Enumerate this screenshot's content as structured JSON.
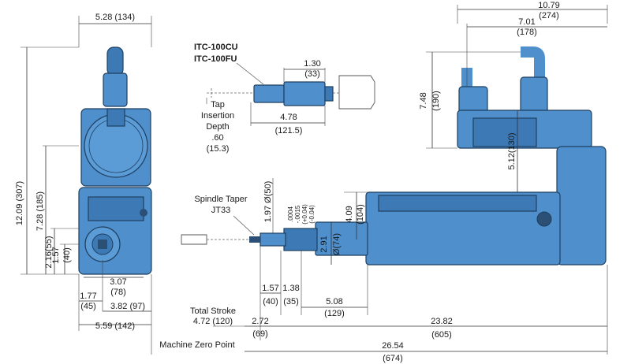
{
  "dimensions": {
    "front_width": "5.28 (134)",
    "front_height": "12.09 (307)",
    "front_lower": "7.28 (185)",
    "front_216": "2.16(55)",
    "front_157": "1.57",
    "front_157_mm": "(40)",
    "front_307": "3.07",
    "front_307_mm": "(78)",
    "front_177": "1.77",
    "front_177_mm": "(45)",
    "front_382": "3.82 (97)",
    "front_559": "5.59 (142)",
    "side_1079": "10.79",
    "side_1079_mm": "(274)",
    "side_701": "7.01",
    "side_701_mm": "(178)",
    "side_748": "7.48",
    "side_748_mm": "(190)",
    "side_512": "5.12(130)",
    "side_197": "1.97 Ø(50)",
    "side_tol1": ".0004",
    "side_tol2": "-.0015",
    "side_tol3": "(+0.04)",
    "side_tol4": "(-0.04)",
    "side_291": "2.91",
    "side_291_mm": "Ø(74)",
    "side_409": "4.09",
    "side_409_mm": "(104)",
    "side_157": "1.57",
    "side_157_mm": "(40)",
    "side_138": "1.38",
    "side_138_mm": "(35)",
    "side_508": "5.08",
    "side_508_mm": "(129)",
    "side_272": "2.72",
    "side_272_mm": "(69)",
    "side_2382": "23.82",
    "side_2382_mm": "(605)",
    "side_2654": "26.54",
    "side_2654_mm": "(674)",
    "tool_130": "1.30",
    "tool_130_mm": "(33)",
    "tool_478": "4.78",
    "tool_478_mm": "(121.5)"
  },
  "labels": {
    "itc_cu": "ITC-100CU",
    "itc_fu": "ITC-100FU",
    "tap1": "Tap",
    "tap2": "Insertion",
    "tap3": "Depth",
    "tap4": ".60",
    "tap5": "(15.3)",
    "spindle1": "Spindle Taper",
    "spindle2": "JT33",
    "stroke1": "Total Stroke",
    "stroke2": "4.72 (120)",
    "machine_zero": "Machine Zero Point"
  },
  "colors": {
    "body": "#4f8fcc",
    "body_dark": "#3c79b5",
    "outline": "#1f3f60"
  }
}
